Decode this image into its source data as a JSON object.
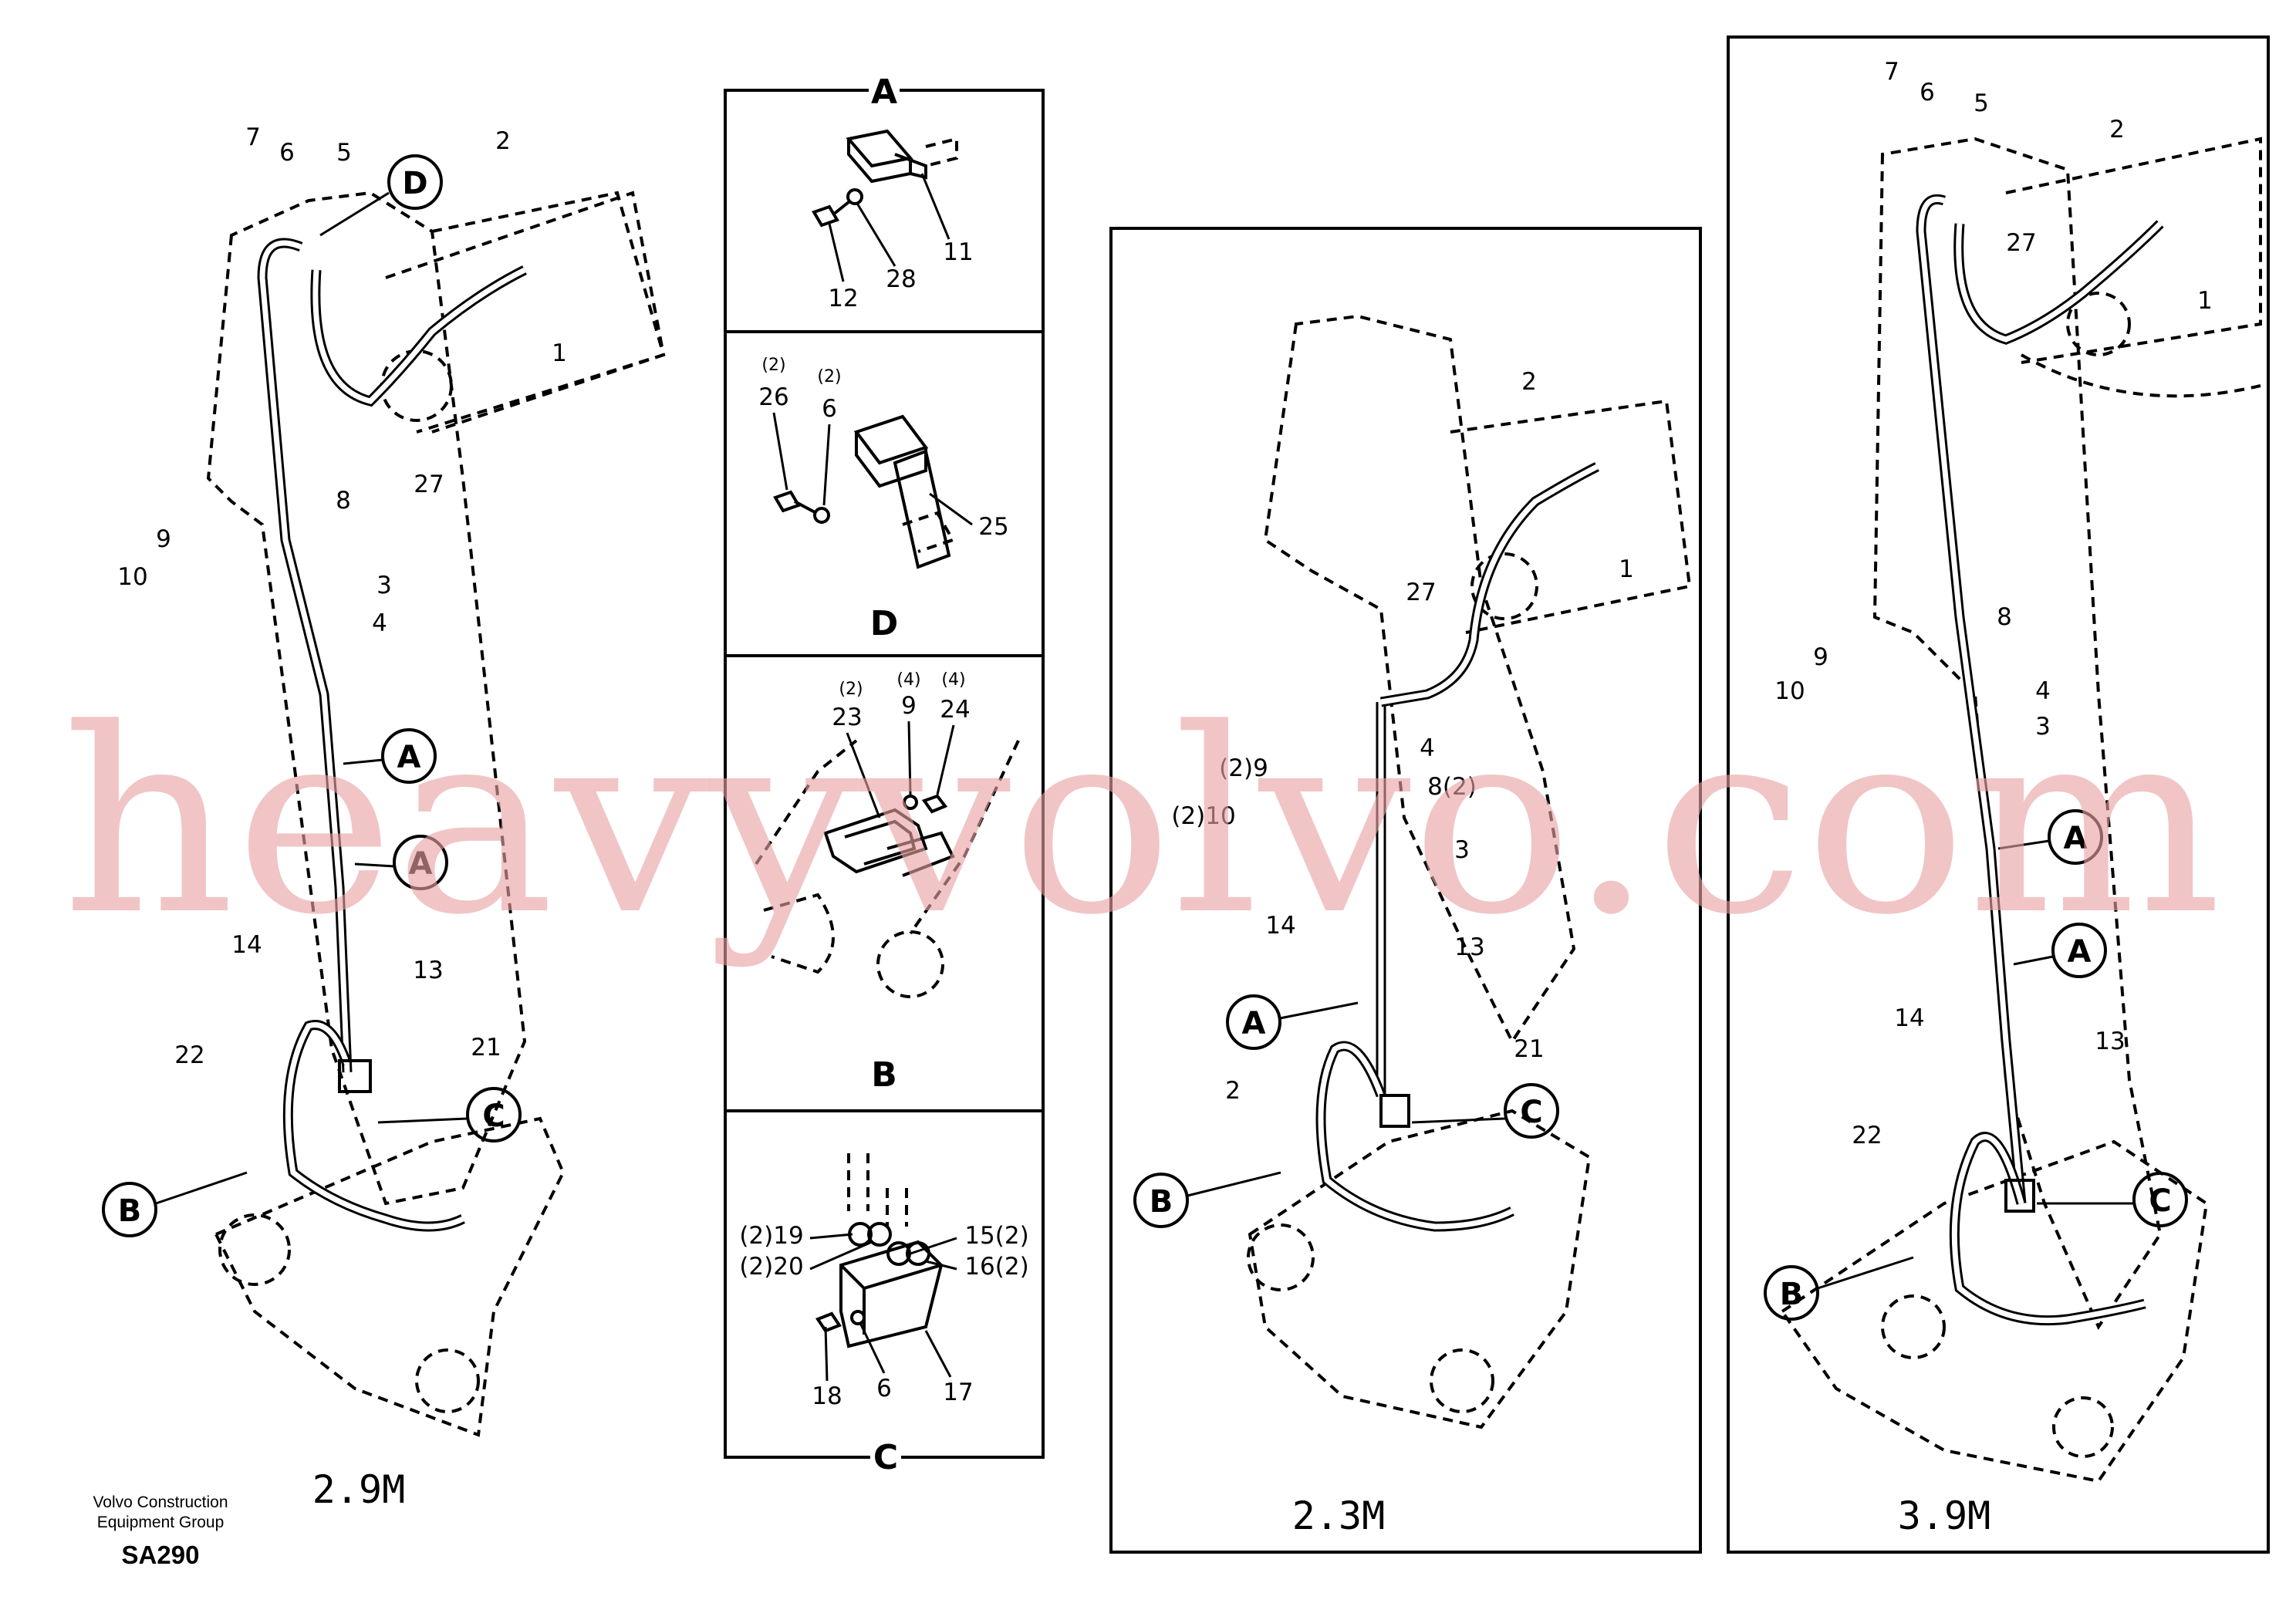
{
  "panel_left": {
    "length_label": "2.9M",
    "callouts": [
      "D",
      "A",
      "A",
      "C",
      "B"
    ],
    "item_numbers": [
      "7",
      "6",
      "5",
      "2",
      "1",
      "27",
      "9",
      "8",
      "10",
      "3",
      "4",
      "14",
      "13",
      "22",
      "21"
    ]
  },
  "detail_column": {
    "sections": [
      {
        "letter": "A",
        "items": [
          "12",
          "28",
          "11"
        ]
      },
      {
        "letter": "D",
        "items": [
          "26",
          "6",
          "25"
        ],
        "quantities": [
          "(2)",
          "(2)"
        ]
      },
      {
        "letter": "B",
        "items": [
          "23",
          "9",
          "24"
        ],
        "quantities": [
          "(2)",
          "(4)",
          "(4)"
        ]
      },
      {
        "letter": "C",
        "items": [
          "(2)19",
          "(2)20",
          "15(2)",
          "16(2)",
          "18",
          "6",
          "17"
        ]
      }
    ]
  },
  "panel_mid": {
    "length_label": "2.3M",
    "callouts": [
      "A",
      "C",
      "B"
    ],
    "item_numbers": [
      "2",
      "1",
      "27",
      "4",
      "(2)9",
      "8(2)",
      "(2)10",
      "3",
      "14",
      "13",
      "21",
      "2"
    ]
  },
  "panel_right": {
    "length_label": "3.9M",
    "callouts": [
      "A",
      "A",
      "C",
      "B"
    ],
    "item_numbers": [
      "7",
      "6",
      "5",
      "2",
      "27",
      "1",
      "8",
      "9",
      "4",
      "10",
      "3",
      "14",
      "13",
      "22"
    ]
  },
  "footer": {
    "manufacturer_line1": "Volvo Construction",
    "manufacturer_line2": "Equipment Group",
    "drawing_code": "SA290"
  },
  "watermark": "heavyvolvo.com"
}
